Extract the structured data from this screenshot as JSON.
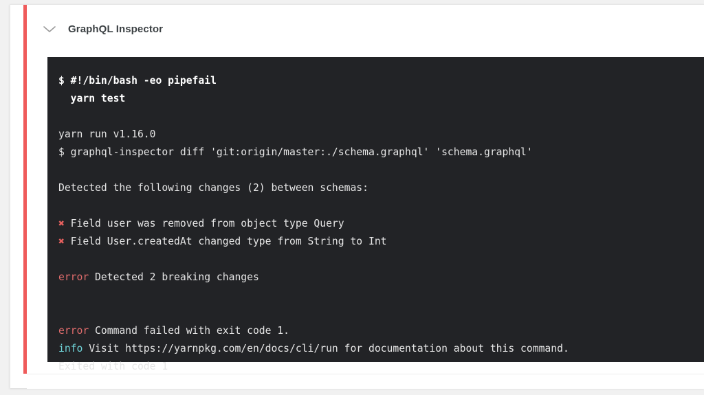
{
  "colors": {
    "page_background": "#f1f1f1",
    "card_background": "#ffffff",
    "accent_red": "#ef5b5b",
    "terminal_background": "#222326",
    "terminal_text": "#e6e6e6",
    "error_red": "#e06c6c",
    "info_cyan": "#6fd3d8",
    "cross_red": "#e8615f",
    "title_text": "#3c4144"
  },
  "card": {
    "header": {
      "collapse_icon": "chevron-down-icon",
      "title": "GraphQL Inspector"
    },
    "terminal": {
      "lines": [
        {
          "style": "bold",
          "segments": [
            {
              "text": "$ #!/bin/bash -eo pipefail"
            }
          ]
        },
        {
          "style": "bold",
          "segments": [
            {
              "text": "  yarn test"
            }
          ]
        },
        {
          "style": "blank",
          "segments": [
            {
              "text": " "
            }
          ]
        },
        {
          "style": "normal",
          "segments": [
            {
              "text": "yarn run v1.16.0"
            }
          ]
        },
        {
          "style": "normal",
          "segments": [
            {
              "text": "$ graphql-inspector diff 'git:origin/master:./schema.graphql' 'schema.graphql'"
            }
          ]
        },
        {
          "style": "blank",
          "segments": [
            {
              "text": " "
            }
          ]
        },
        {
          "style": "normal",
          "segments": [
            {
              "text": "Detected the following changes (2) between schemas:"
            }
          ]
        },
        {
          "style": "blank",
          "segments": [
            {
              "text": " "
            }
          ]
        },
        {
          "style": "normal",
          "segments": [
            {
              "text": "✖",
              "token": "cross"
            },
            {
              "text": " Field user was removed from object type Query"
            }
          ]
        },
        {
          "style": "normal",
          "segments": [
            {
              "text": "✖",
              "token": "cross"
            },
            {
              "text": " Field User.createdAt changed type from String to Int"
            }
          ]
        },
        {
          "style": "blank",
          "segments": [
            {
              "text": " "
            }
          ]
        },
        {
          "style": "normal",
          "segments": [
            {
              "text": "error",
              "token": "error"
            },
            {
              "text": " Detected 2 breaking changes"
            }
          ]
        },
        {
          "style": "blank",
          "segments": [
            {
              "text": " "
            }
          ]
        },
        {
          "style": "blank",
          "segments": [
            {
              "text": " "
            }
          ]
        },
        {
          "style": "normal",
          "segments": [
            {
              "text": "error",
              "token": "error"
            },
            {
              "text": " Command failed with exit code 1."
            }
          ]
        },
        {
          "style": "normal",
          "segments": [
            {
              "text": "info",
              "token": "info"
            },
            {
              "text": " Visit https://yarnpkg.com/en/docs/cli/run for documentation about this command."
            }
          ]
        },
        {
          "style": "normal",
          "segments": [
            {
              "text": "Exited with code 1"
            }
          ]
        }
      ]
    }
  }
}
